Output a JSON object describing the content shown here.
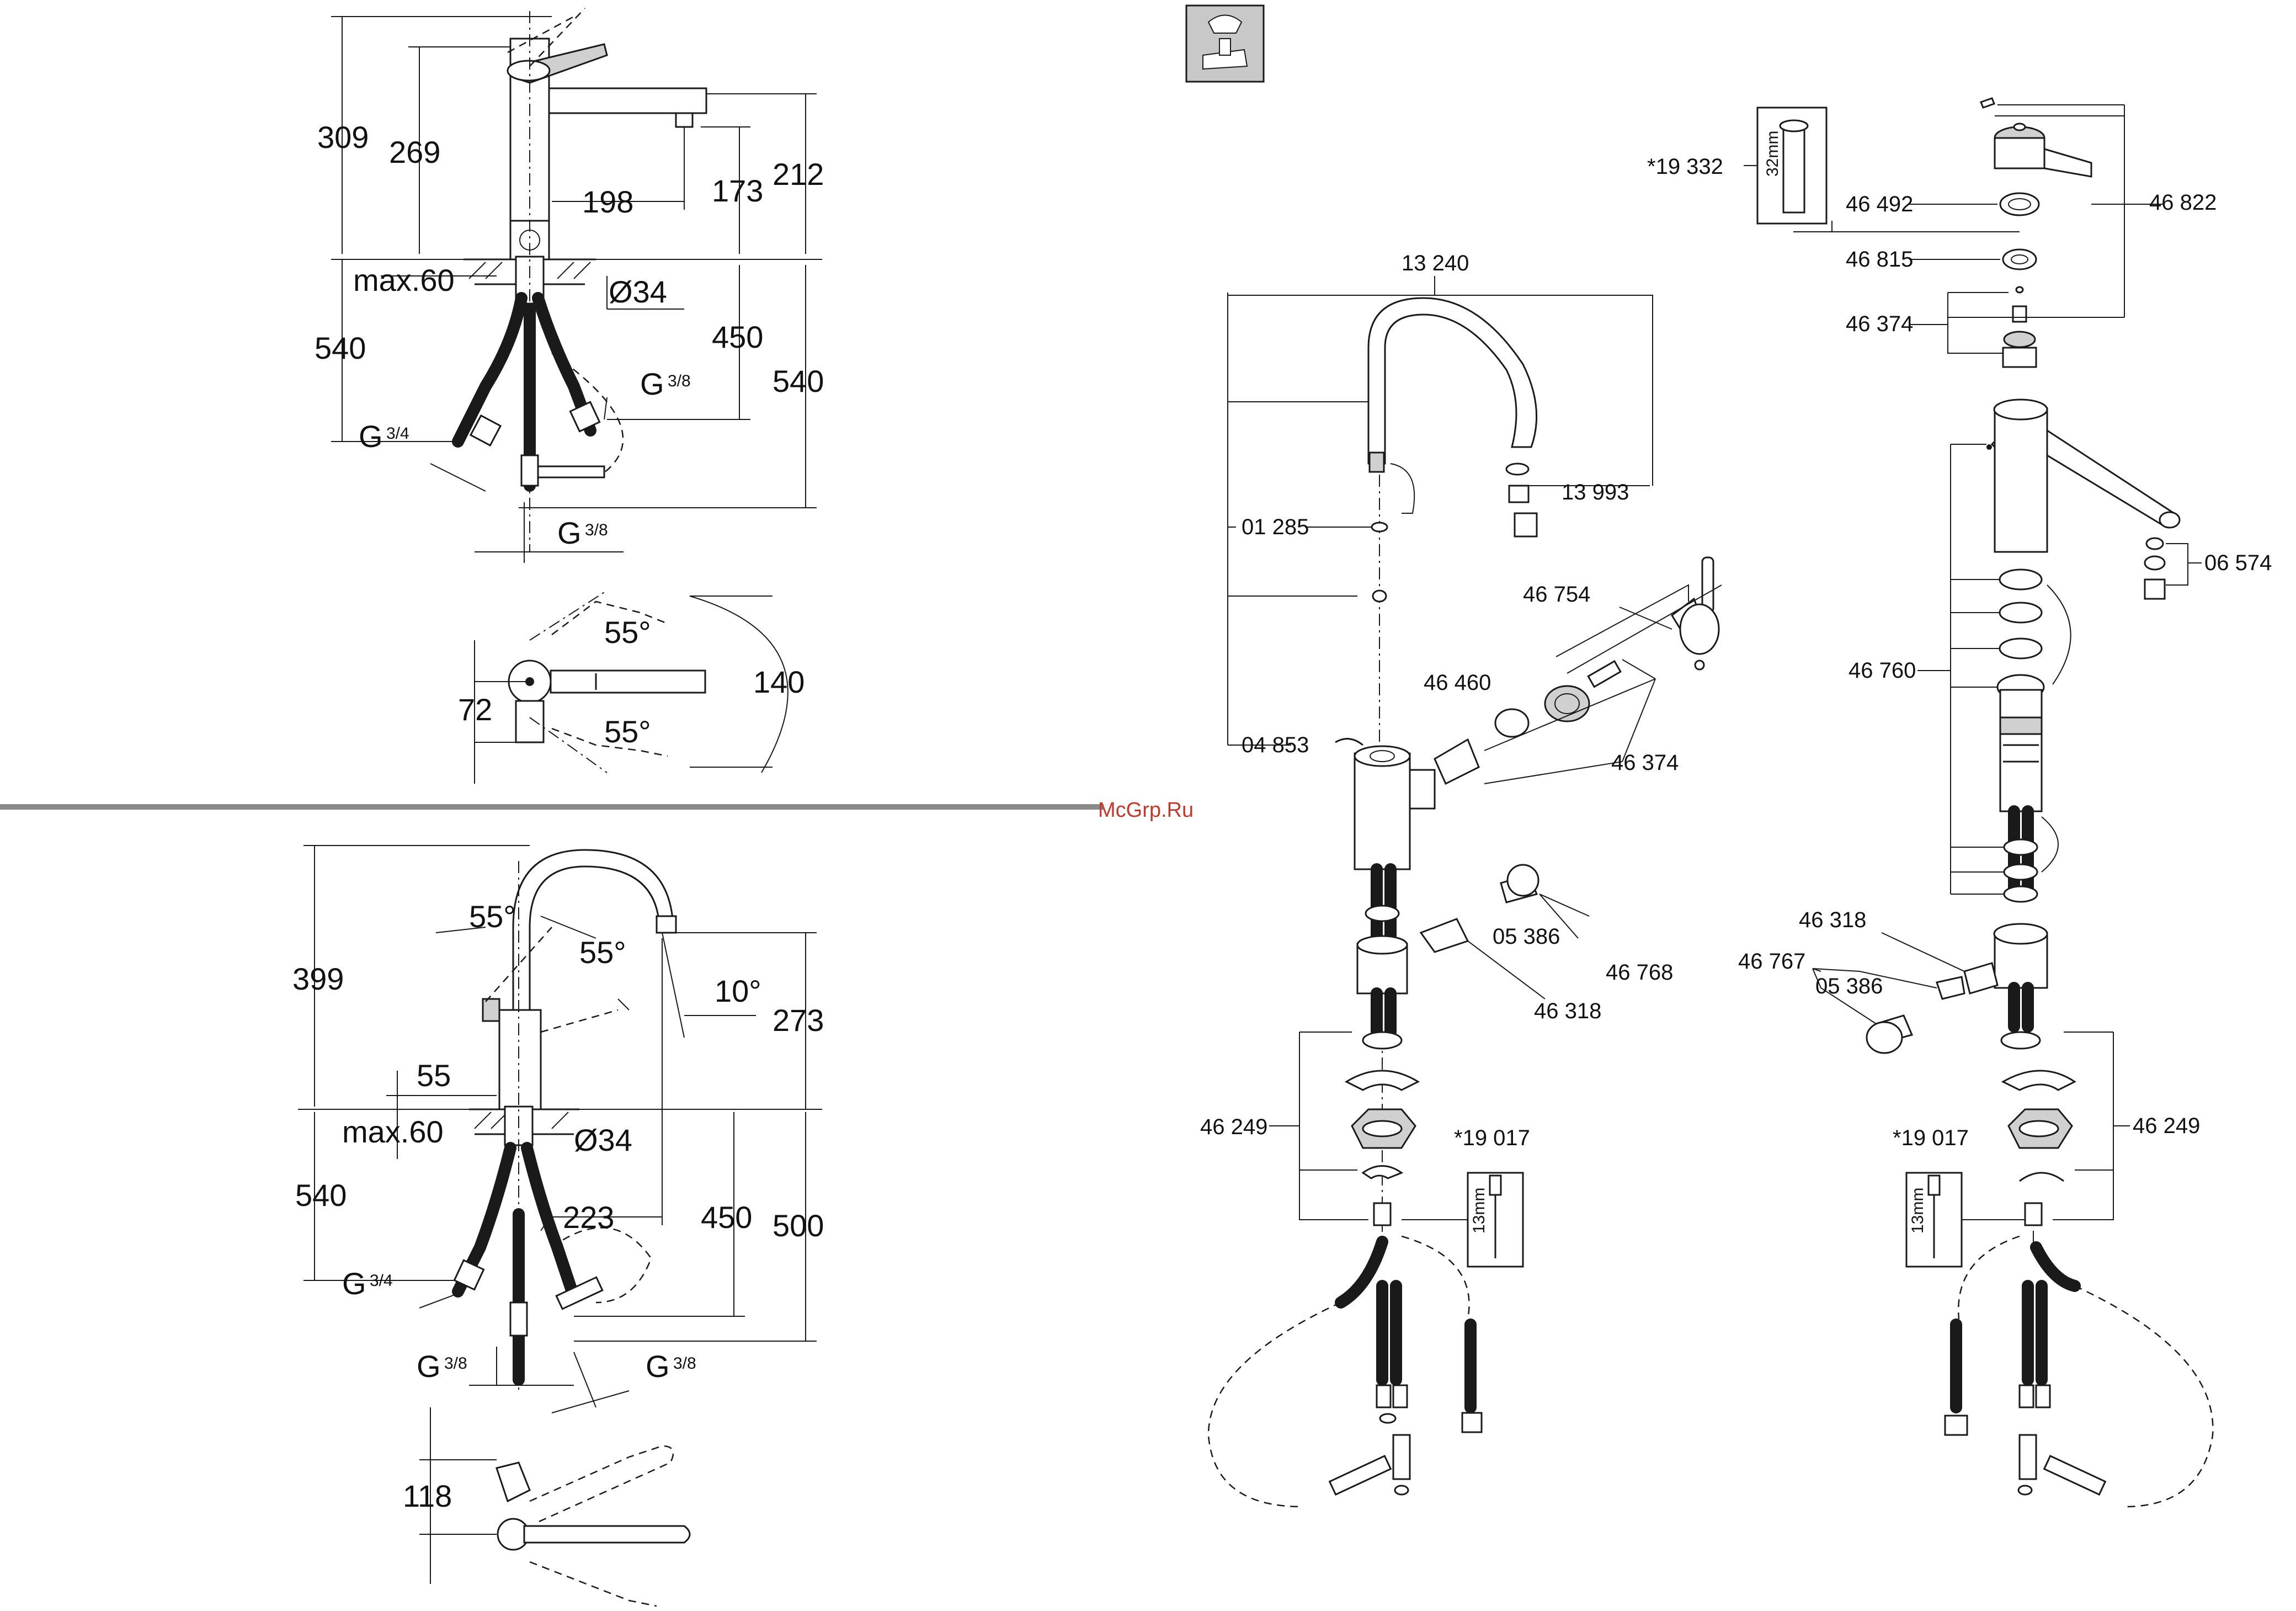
{
  "watermark": "McGrp.Ru",
  "top_dims": {
    "h309": "309",
    "h269": "269",
    "w198": "198",
    "h173": "173",
    "h212": "212",
    "max60": "max.60",
    "d34": "Ø34",
    "h540_left": "540",
    "h450": "450",
    "h540_right": "540",
    "g34": "G",
    "g34_frac": "3/4",
    "g38a": "G",
    "g38a_frac": "3/8",
    "g38b": "G",
    "g38b_frac": "3/8"
  },
  "top_view_dims": {
    "a55_top": "55°",
    "a55_bottom": "55°",
    "w140": "140",
    "w72": "72"
  },
  "bottom_dims": {
    "h399": "399",
    "a55_left": "55°",
    "a55_right": "55°",
    "a10": "10°",
    "h273": "273",
    "w55": "55",
    "max60": "max.60",
    "d34": "Ø34",
    "h540": "540",
    "w223": "223",
    "h450": "450",
    "h500": "500",
    "g34": "G",
    "g34_frac": "3/4",
    "g38a": "G",
    "g38a_frac": "3/8",
    "g38b": "G",
    "g38b_frac": "3/8",
    "w118": "118"
  },
  "middle_parts": {
    "p13240": "13 240",
    "p13993": "13 993",
    "p01285": "01 285",
    "p46754": "46 754",
    "p46460": "46 460",
    "p46374": "46 374",
    "p04853": "04 853",
    "p05386": "05 386",
    "p46768": "46 768",
    "p46318": "46 318",
    "p46249": "46 249",
    "p19017": "*19 017",
    "tool13": "13mm"
  },
  "right_parts": {
    "p19332": "*19 332",
    "tool32": "32mm",
    "p46492": "46 492",
    "p46822": "46 822",
    "p46815": "46 815",
    "p46374": "46 374",
    "p06574": "06 574",
    "p46760": "46 760",
    "p46318": "46 318",
    "p46767": "46 767",
    "p05386": "05 386",
    "p46249": "46 249",
    "p19017": "*19 017",
    "tool13": "13mm"
  }
}
